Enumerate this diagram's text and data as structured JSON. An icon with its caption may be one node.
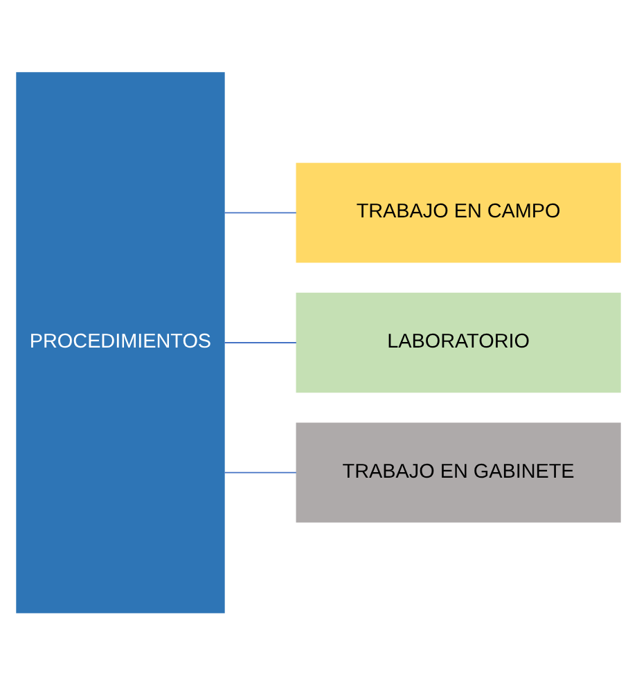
{
  "diagram": {
    "nodes": [
      {
        "text": [
          "PROCEDIMIENTOS"
        ]
      },
      {
        "text": [
          "TRABAJO EN CAMPO"
        ]
      },
      {
        "text": [
          "LABORATORIO"
        ]
      },
      {
        "text": [
          "TRABAJO EN GABINETE"
        ]
      }
    ],
    "edges": [
      {
        "from": 0,
        "to": 1,
        "arrow": "none"
      },
      {
        "from": 0,
        "to": 2,
        "arrow": "none"
      },
      {
        "from": 0,
        "to": 3,
        "arrow": "none"
      }
    ]
  }
}
